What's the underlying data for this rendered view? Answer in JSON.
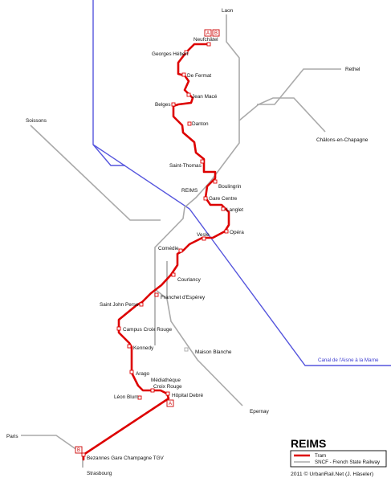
{
  "map": {
    "title": "REIMS",
    "credit": "2011 © UrbanRail.Net (J. Häseler)",
    "colors": {
      "tram": "#dd0000",
      "railway": "#aaaaaa",
      "canal": "#5555dd"
    },
    "legend": {
      "tram": "Tram",
      "railway": "SNCF - French State Railway"
    },
    "canal_label": "Canal de l'Aisne à la Marne",
    "city_label": "REIMS",
    "destinations": [
      "Laon",
      "Rethel",
      "Soissons",
      "Châlons-en-Chapagne",
      "Epernay",
      "Paris",
      "Strasbourg"
    ],
    "stations": [
      "Neufchâtel",
      "Georges Hébert",
      "De Fermat",
      "Jean Macé",
      "Belges",
      "Danton",
      "Saint-Thomas",
      "Boulingrin",
      "Gare Centre",
      "Langlet",
      "Opéra",
      "Vesle",
      "Comédie",
      "Courlancy",
      "Franchet d'Espérey",
      "Saint John Perse",
      "Campus Croix Rouge",
      "Kennedy",
      "Arago",
      "Médiathèque",
      "Croix Rouge",
      "Hôpital Debré",
      "Léon Blum",
      "Bezannes Gare Champagne TGV",
      "Maison Blanche"
    ],
    "badges": {
      "a": "A",
      "b": "B"
    }
  }
}
